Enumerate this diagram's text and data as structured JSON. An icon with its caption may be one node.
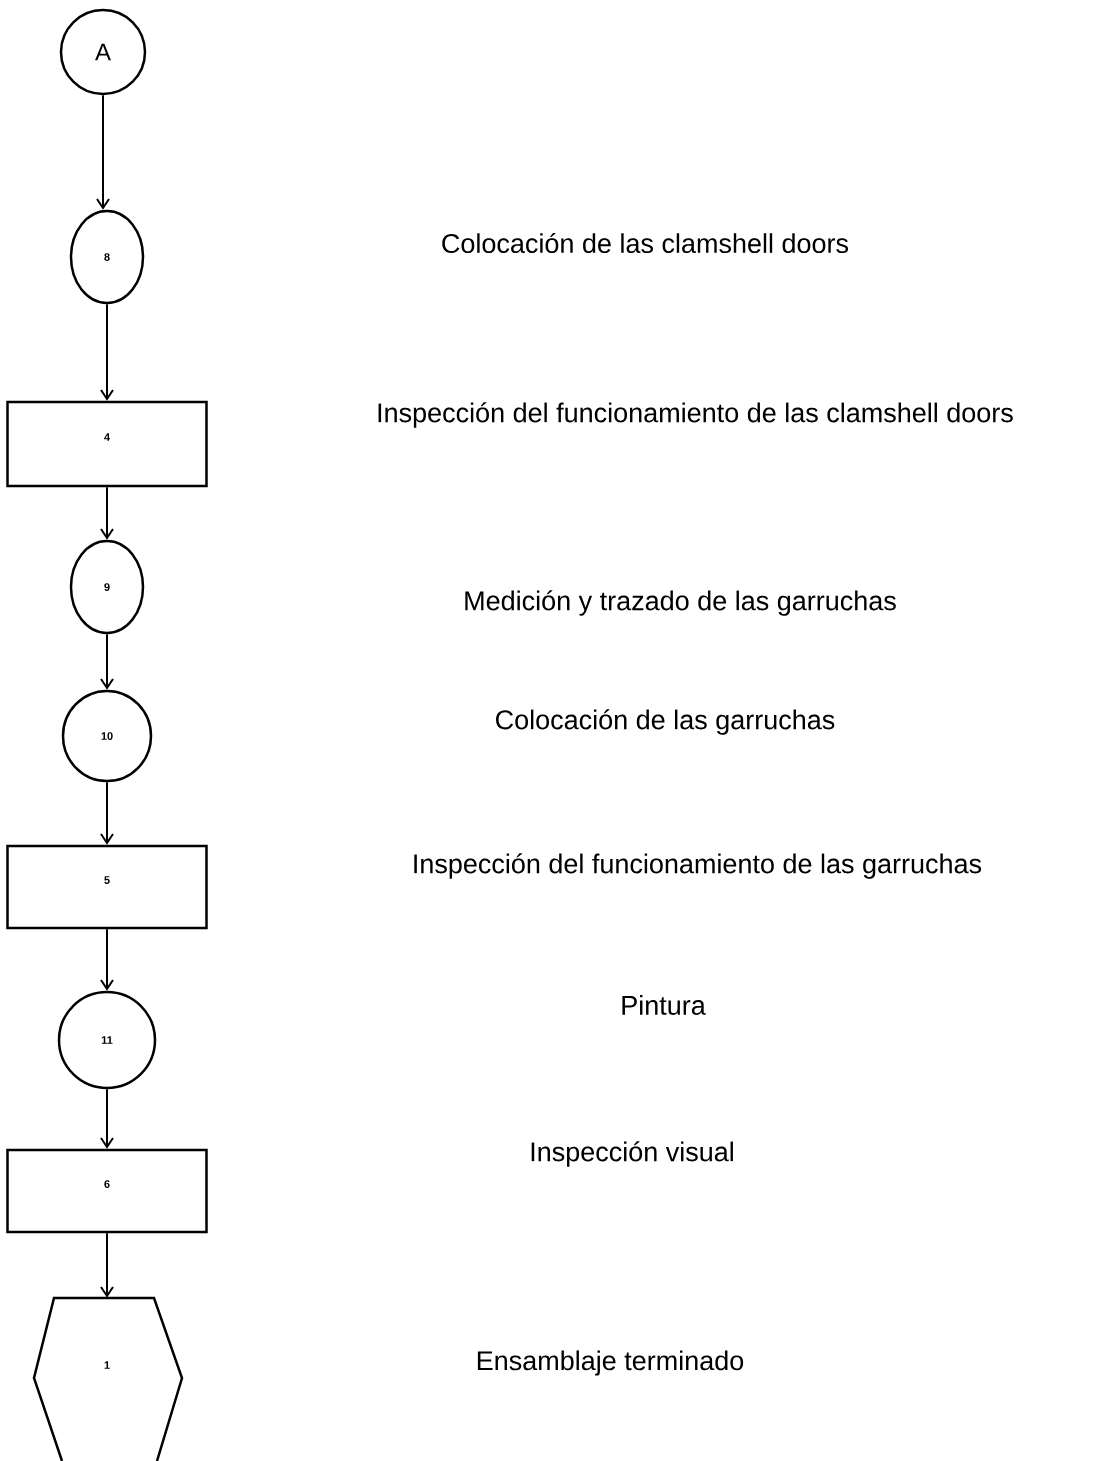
{
  "diagram": {
    "nodes": [
      {
        "text": [
          "A"
        ]
      },
      {
        "text": [
          "8"
        ]
      },
      {
        "text": [
          "4"
        ]
      },
      {
        "text": [
          "9"
        ]
      },
      {
        "text": [
          "10"
        ]
      },
      {
        "text": [
          "5"
        ]
      },
      {
        "text": [
          "11"
        ]
      },
      {
        "text": [
          "6"
        ]
      },
      {
        "text": [
          "1"
        ]
      }
    ],
    "edges": [
      {
        "from": 0,
        "to": 1,
        "arrow": "to"
      },
      {
        "from": 1,
        "to": 2,
        "arrow": "to"
      },
      {
        "from": 2,
        "to": 3,
        "arrow": "to"
      },
      {
        "from": 3,
        "to": 4,
        "arrow": "to"
      },
      {
        "from": 4,
        "to": 5,
        "arrow": "to"
      },
      {
        "from": 5,
        "to": 6,
        "arrow": "to"
      },
      {
        "from": 6,
        "to": 7,
        "arrow": "to"
      },
      {
        "from": 7,
        "to": 8,
        "arrow": "to"
      }
    ],
    "labels": [
      "Colocación de las clamshell doors",
      "Inspección del funcionamiento de las clamshell doors",
      "Medición y trazado de las garruchas",
      "Colocación de las garruchas",
      "Inspección del funcionamiento de las garruchas",
      "Pintura",
      "Inspección visual",
      "Ensamblaje terminado"
    ]
  }
}
